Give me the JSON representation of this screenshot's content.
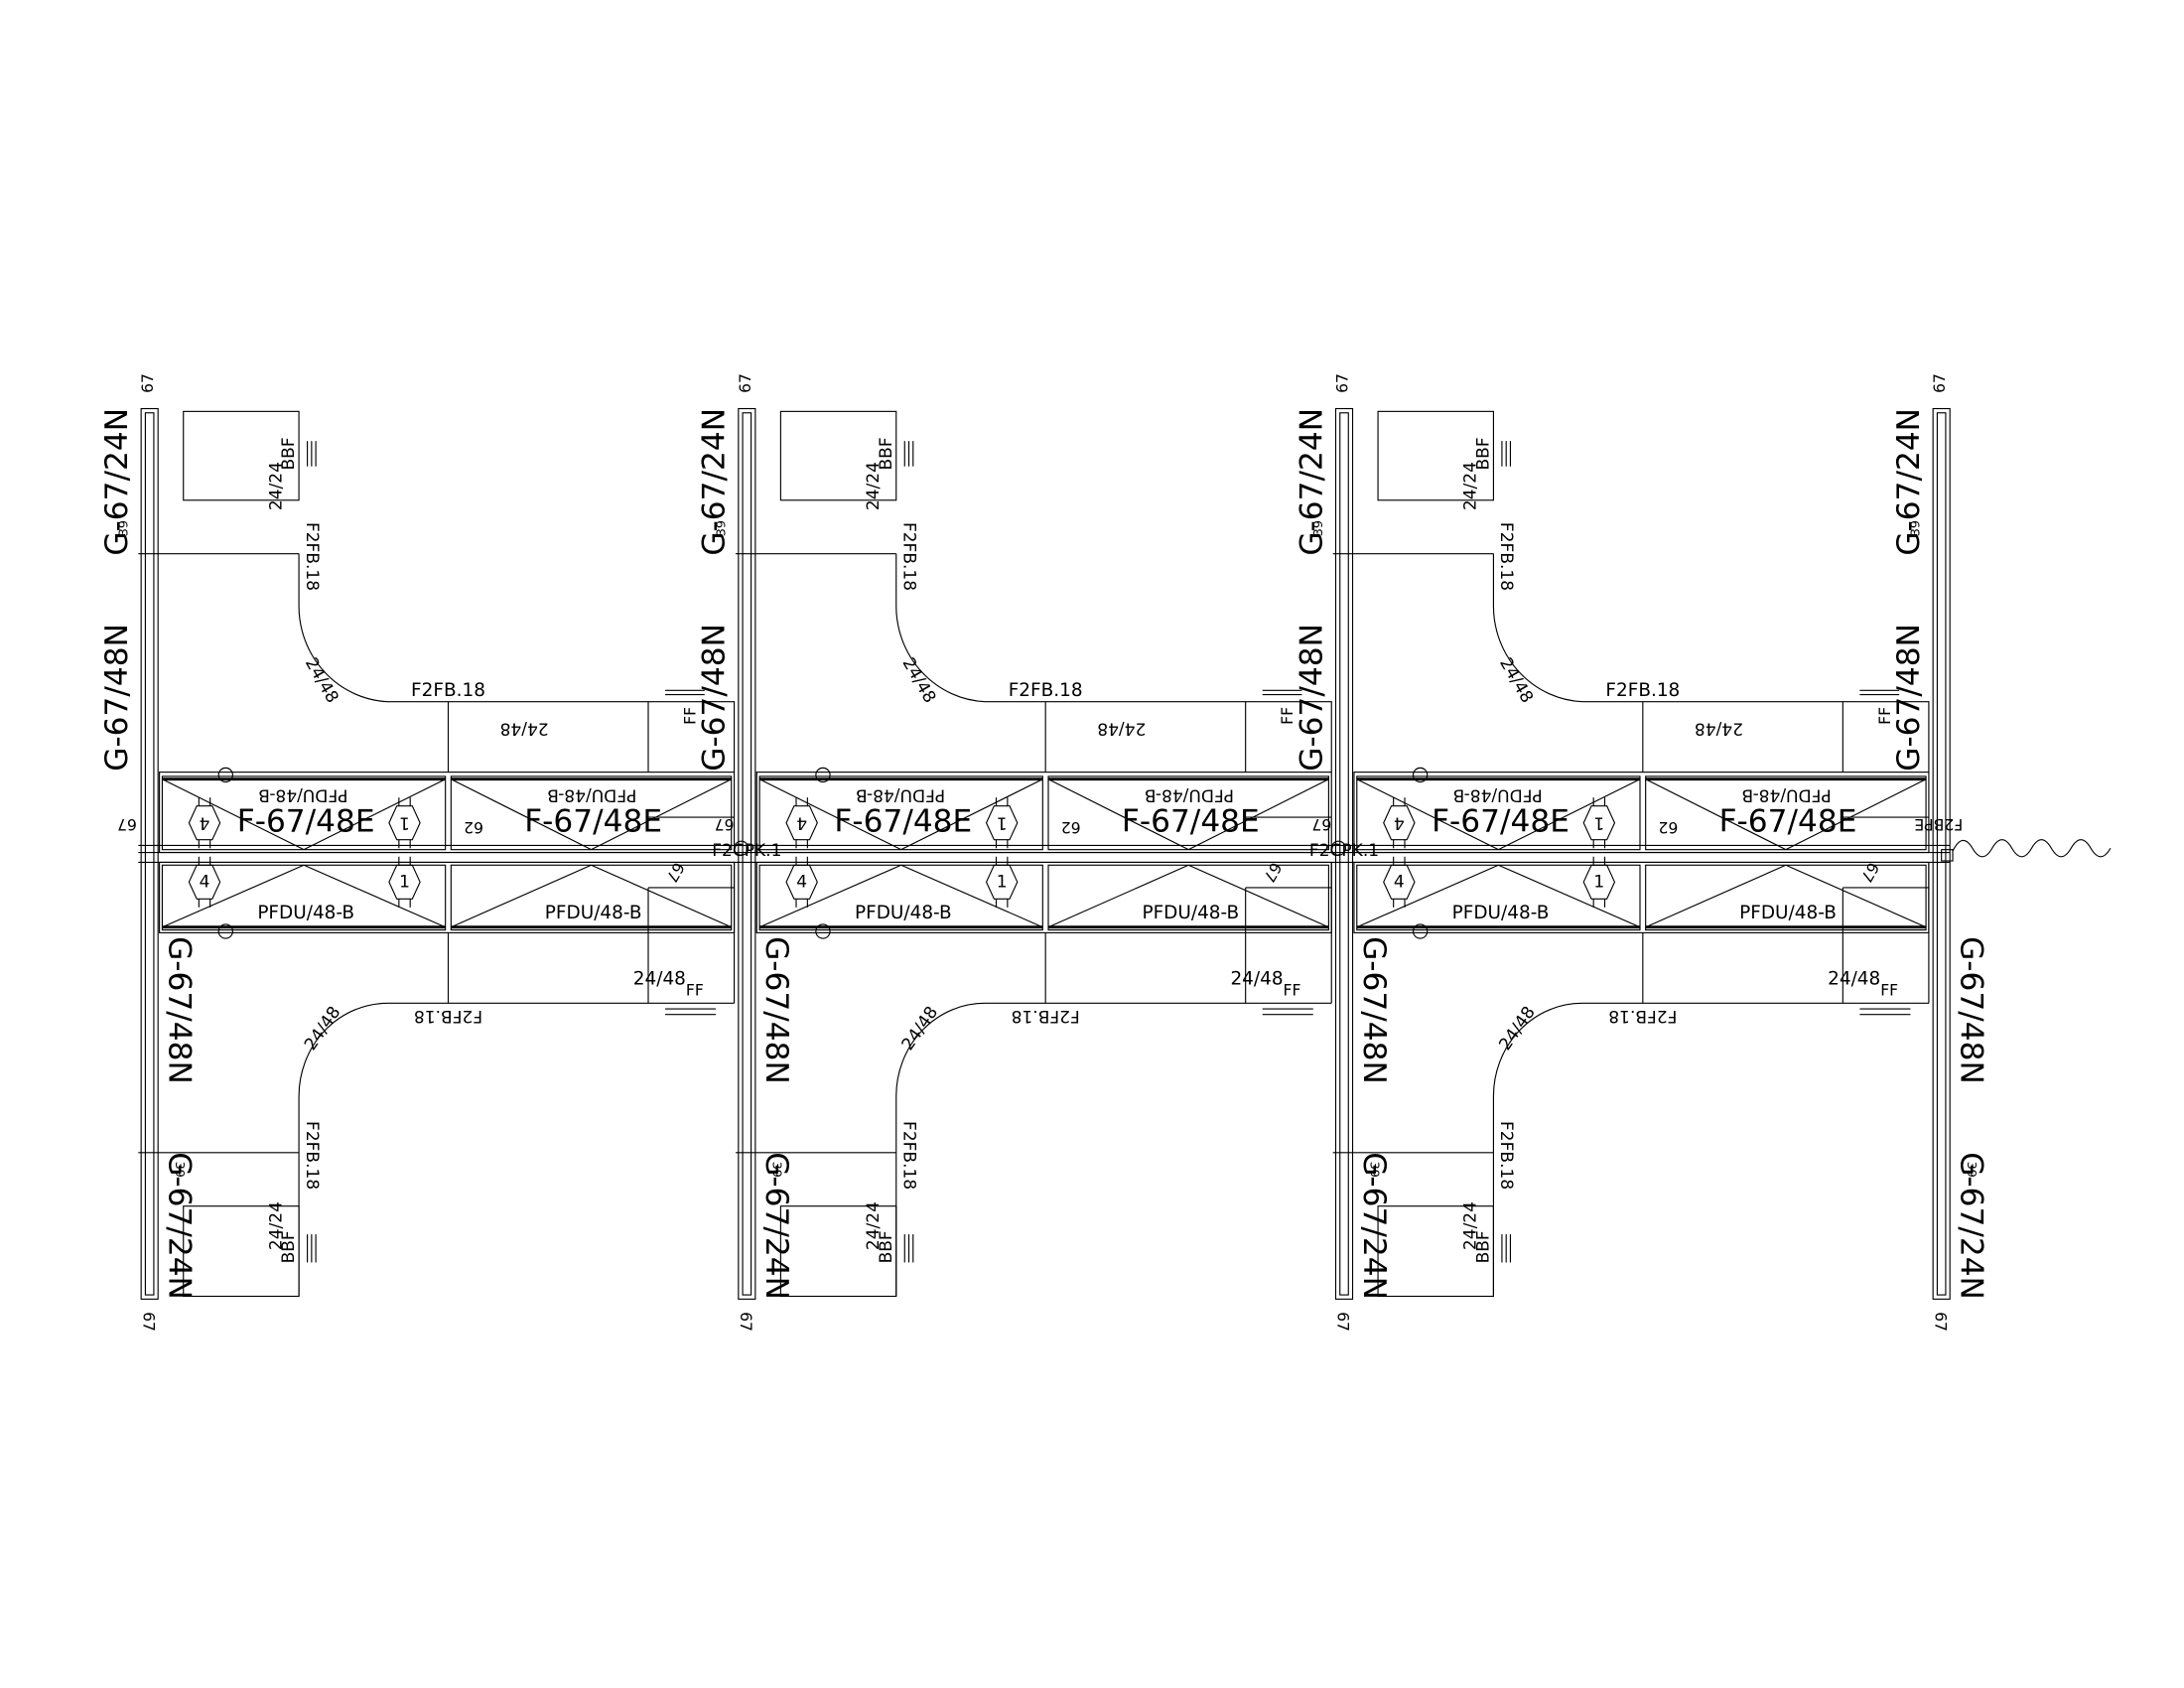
{
  "colors": {
    "line": "#000000",
    "background": "#ffffff"
  },
  "panel": {
    "top_height": "67",
    "bottom_height": "67",
    "upper_short": "G-67/24N",
    "upper_long": "G-67/48N",
    "lower_long": "G-67/48N",
    "lower_short": "G-67/24N",
    "upper_offset": "39",
    "lower_offset": "39"
  },
  "module": {
    "top_desk": {
      "size": "24/24",
      "type": "BBF"
    },
    "top_return": "F2FB.18",
    "top_corner": "24/48",
    "top_surface": "F2FB.18",
    "top_worksurface": "24/48",
    "top_file": "FF",
    "upper_row": {
      "cell_a": {
        "pedestal": "PFDU/48-B",
        "panel": "F-67/48E",
        "hex_left": "4",
        "hex_right": "1"
      },
      "cell_b": {
        "pedestal": "PFDU/48-B",
        "panel": "F-67/48E",
        "dim": "62"
      }
    },
    "spine_height": "67",
    "lower_row": {
      "cell_a": {
        "pedestal": "PFDU/48-B",
        "hex_left": "4",
        "hex_right": "1"
      },
      "cell_b": {
        "pedestal": "PFDU/48-B",
        "dim": "67"
      }
    },
    "bottom_worksurface": "24/48",
    "bottom_file": "FF",
    "bottom_surface": "F2FB.18",
    "bottom_corner": "24/48",
    "bottom_return": "F2FB.18",
    "bottom_desk": {
      "size": "24/24",
      "type": "BBF"
    }
  },
  "connectors": [
    "F2CPK.1",
    "F2CPK.1"
  ],
  "end_cap": "F2BPE",
  "module_count": 3
}
